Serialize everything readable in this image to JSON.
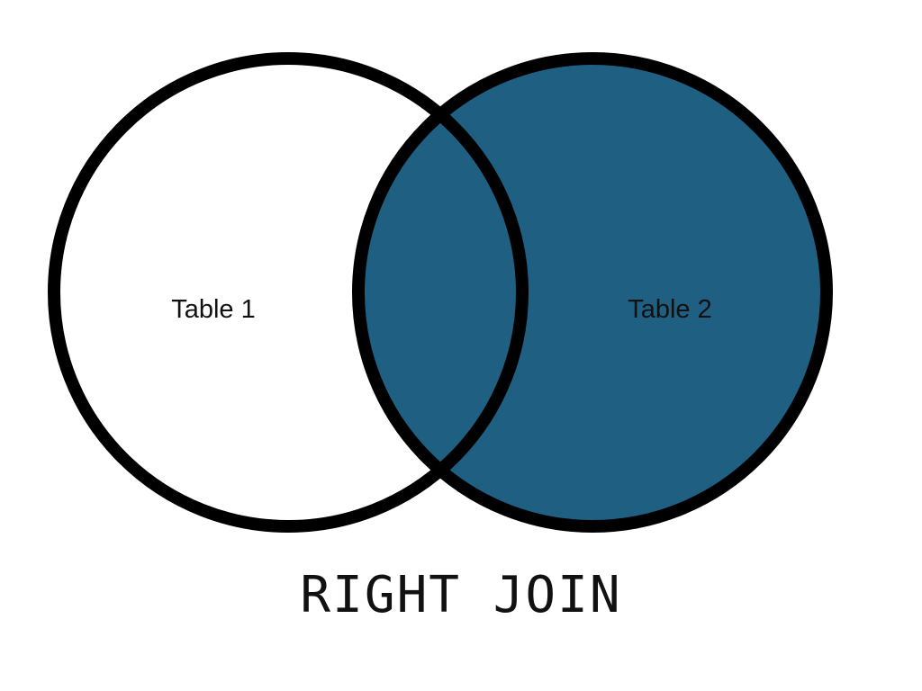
{
  "diagram": {
    "join_type": "RIGHT JOIN",
    "left_set": {
      "label": "Table 1",
      "highlighted": false
    },
    "right_set": {
      "label": "Table 2",
      "highlighted": true
    },
    "intersection_highlighted": true,
    "colors": {
      "highlight": "#1F5F82",
      "outline": "#000000",
      "background": "#FFFFFF"
    }
  }
}
